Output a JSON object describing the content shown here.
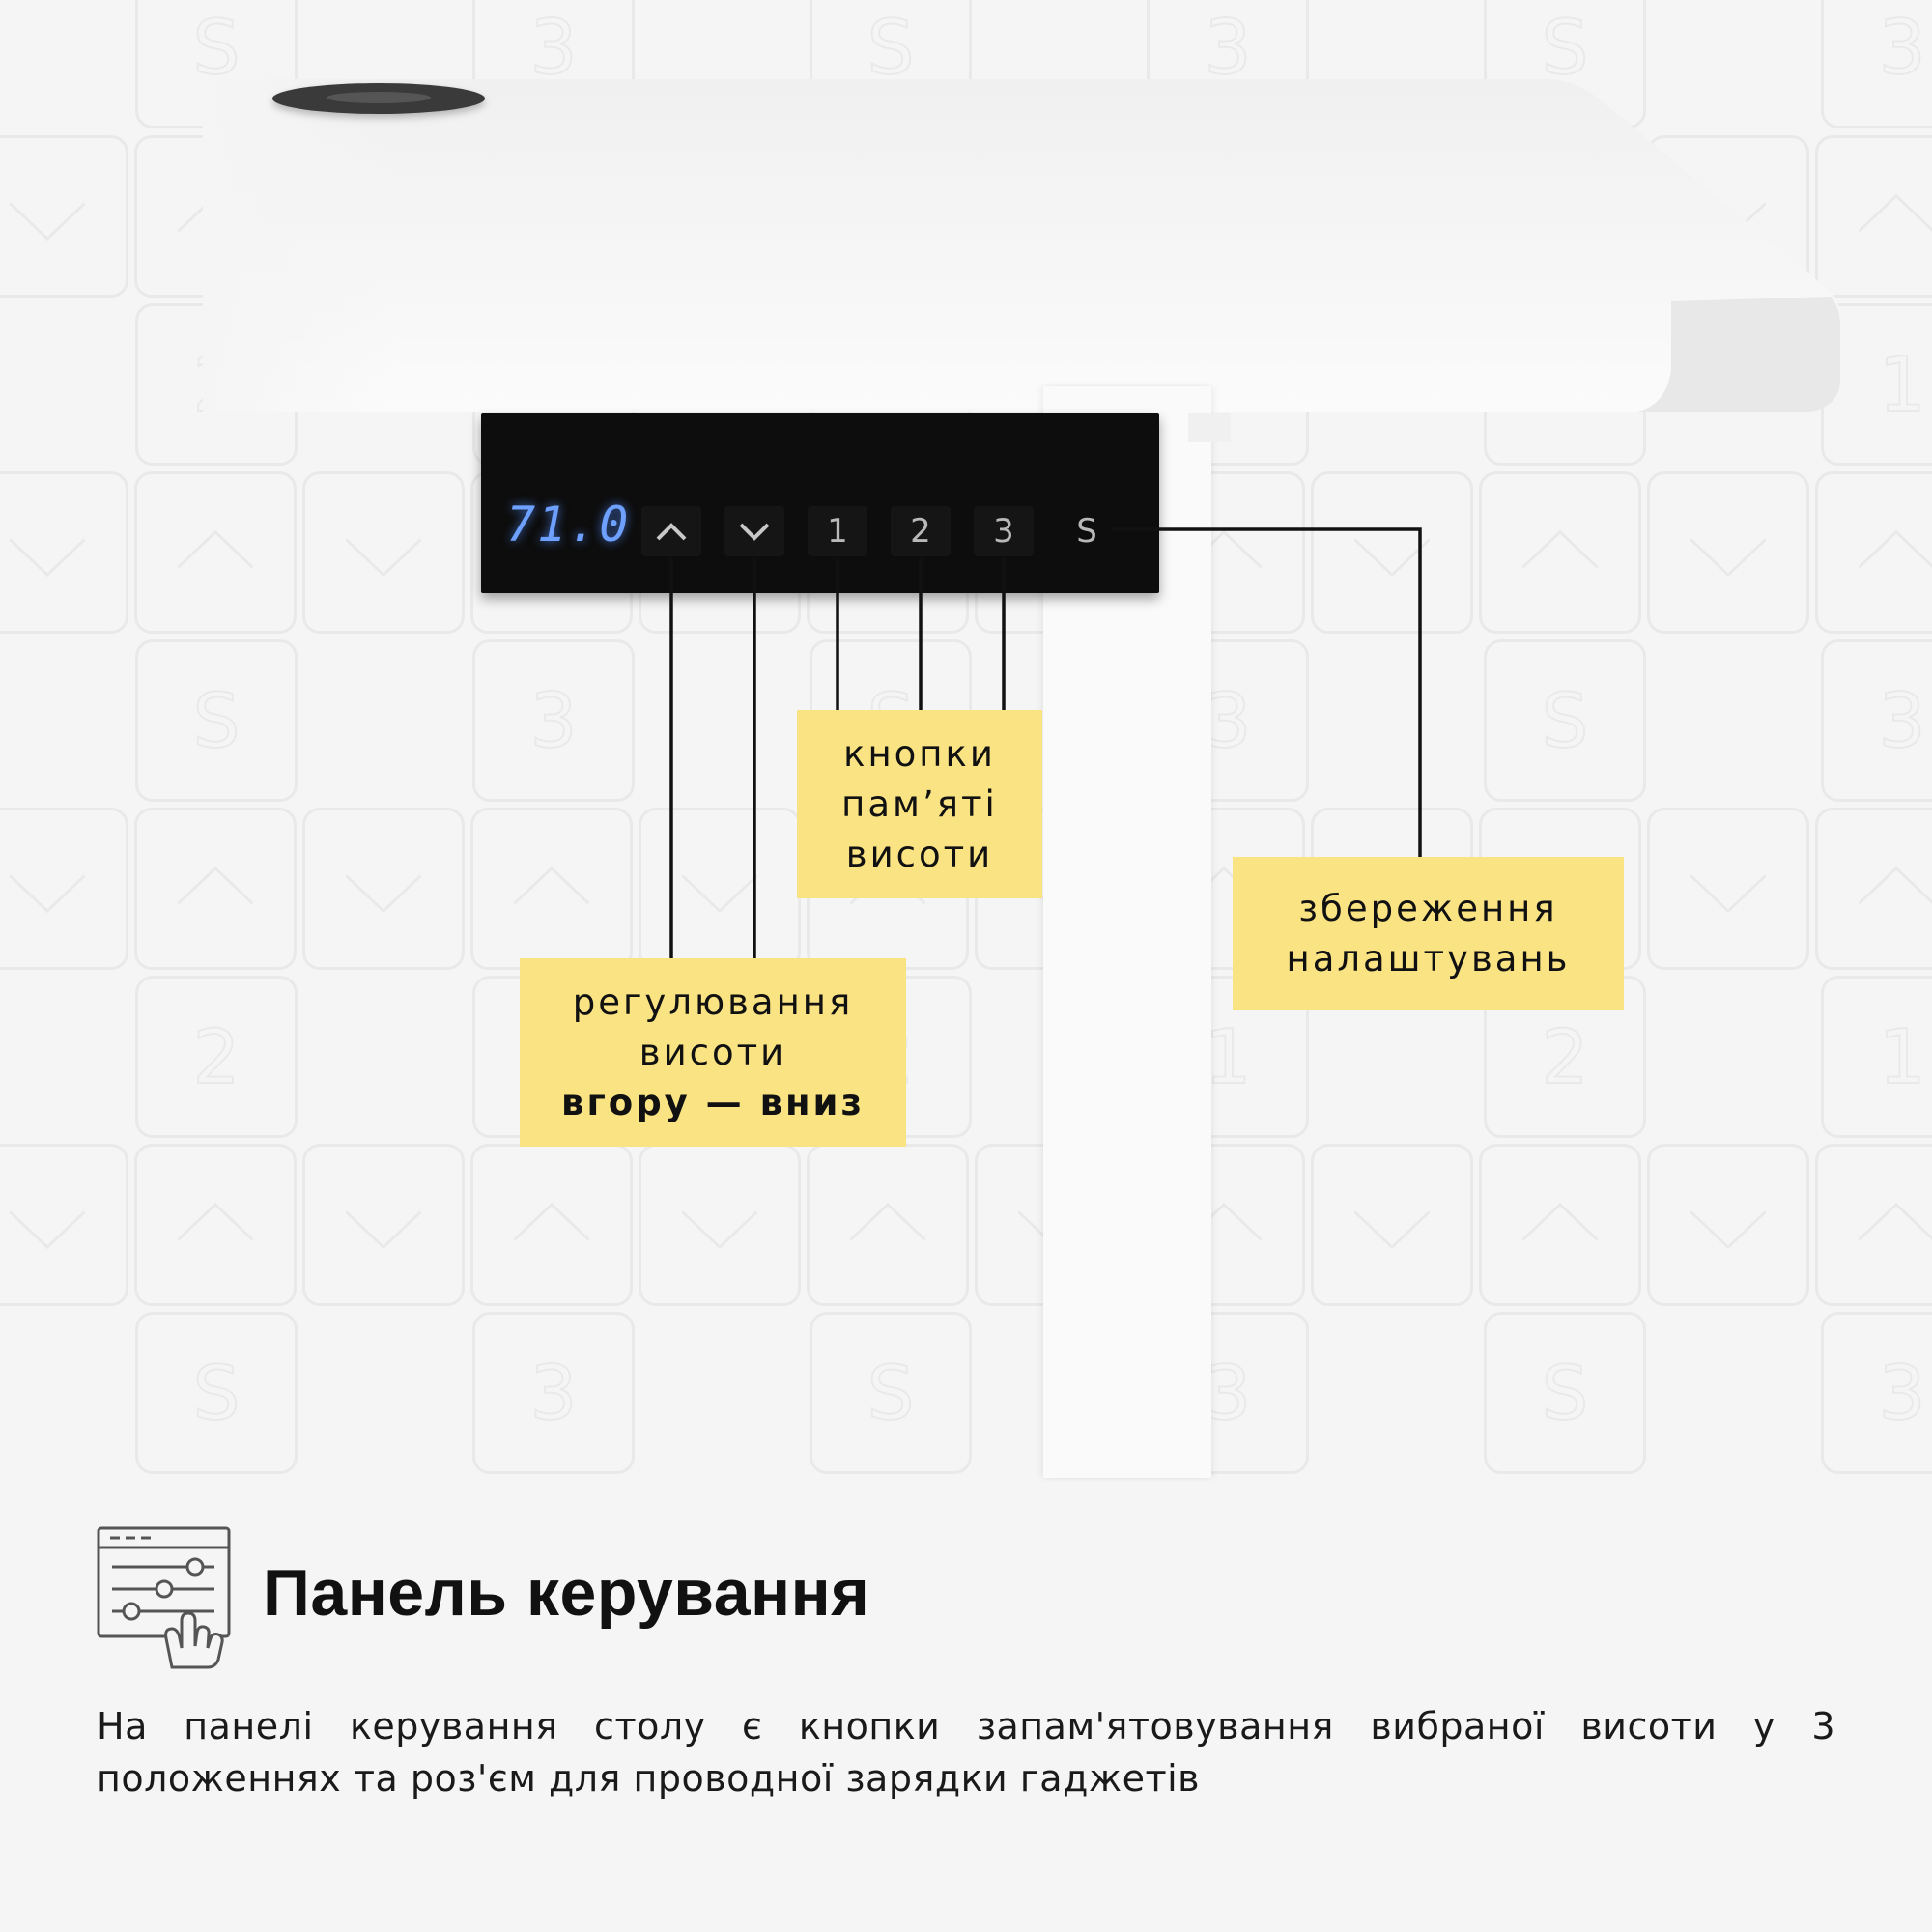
{
  "panel": {
    "display_value": "71.0",
    "buttons": {
      "up": "up-arrow",
      "down": "down-arrow",
      "mem1": "1",
      "mem2": "2",
      "mem3": "3",
      "save": "S"
    }
  },
  "callouts": {
    "height_adjust": {
      "line1": "регулювання",
      "line2": "висоти",
      "line3": "вгору — вниз"
    },
    "memory": {
      "line1": "кнопки",
      "line2": "пам’яті",
      "line3": "висоти"
    },
    "save": {
      "line1": "збереження",
      "line2": "налаштувань"
    }
  },
  "heading": "Панель керування",
  "description": {
    "line1": "На панелі керування столу є кнопки запам'ятовування вибраної висоти у 3",
    "line2": "положеннях та роз'єм для проводної зарядки гаджетів"
  },
  "colors": {
    "background": "#f5f5f5",
    "label": "#f9e383",
    "panel": "#0d0d0d",
    "display": "#6ea0ff"
  },
  "icons": {
    "heading_icon": "control-panel-sliders-hand-icon"
  }
}
